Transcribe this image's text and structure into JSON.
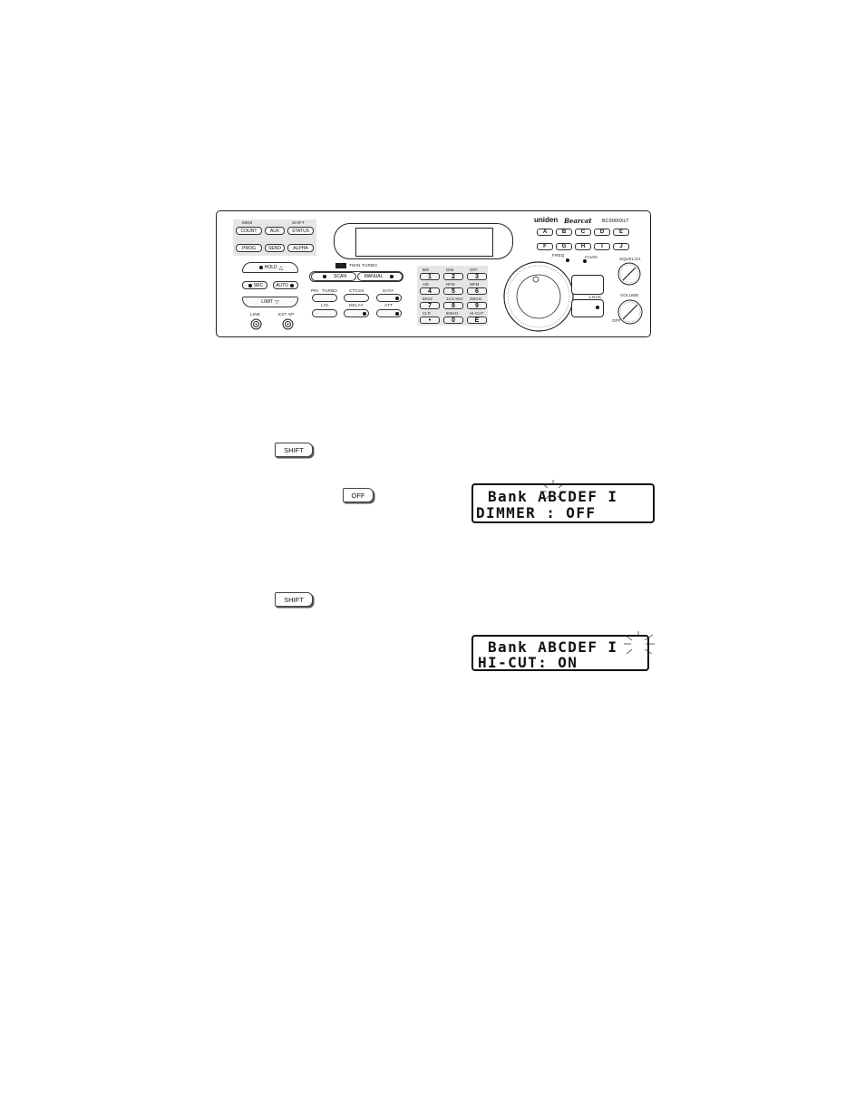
{
  "scanner": {
    "brand": "uniden",
    "series": "Bearcat",
    "model": "BC9000XLT",
    "labels": {
      "mem": "MEM",
      "shift": "SHIFT",
      "twin_turbo": "TWIN TURBO",
      "pri": "PRI",
      "turbo": "TURBO",
      "ctcss": "CTCSS",
      "data": "DATA",
      "lo": "L/O",
      "delay": "DELAY",
      "att": "ATT",
      "line": "LINE",
      "ext_sp": "EXT SP",
      "freq": "FREQ",
      "chan": "CHAN",
      "lock": "LOCK",
      "squelch": "SQUELCH",
      "volume": "VOLUME",
      "off": "OFF"
    },
    "top_buttons": [
      "COUNT",
      "AUX",
      "STATUS"
    ],
    "mid_buttons": [
      "PROG",
      "SEND",
      "ALPHA"
    ],
    "hold": "HOLD",
    "src": "SRC",
    "auto": "AUTO",
    "limit": "LIMIT",
    "scan": "SCAN",
    "manual": "MANUAL",
    "keypad_top_labels": [
      "BRI",
      "DIM",
      "OFF",
      "AM",
      "NFM",
      "WFM",
      "5KHz",
      "12.5 KHz",
      "25KHz",
      "CLR",
      "50KHz",
      "HI-CUT"
    ],
    "keypad_keys": [
      "1",
      "2",
      "3",
      "4",
      "5",
      "6",
      "7",
      "8",
      "9",
      "•",
      "0",
      "E"
    ],
    "banks_row1": [
      "A",
      "B",
      "C",
      "D",
      "E"
    ],
    "banks_row2": [
      "F",
      "G",
      "H",
      "I",
      "J"
    ]
  },
  "step1": {
    "shift_key": "SHIFT",
    "off_key": "OFF",
    "lcd_line1": "Bank ABCDEF I",
    "lcd_line2": "DIMMER : OFF"
  },
  "step2": {
    "shift_key": "SHIFT",
    "lcd_line1": "Bank ABCDEF I",
    "lcd_line2": "HI-CUT: ON"
  }
}
